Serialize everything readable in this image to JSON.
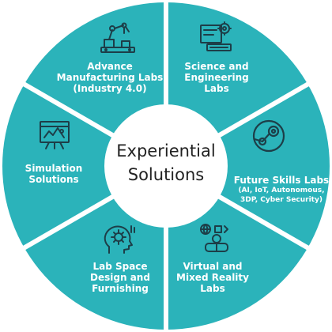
{
  "center": {
    "title": "Experiential\nSolutions"
  },
  "colors": {
    "segment": "#2bb3ba",
    "divider": "#ffffff",
    "center_fill": "#ffffff",
    "icon": "#1d3e48"
  },
  "segments": [
    {
      "label": "Advance\nManufacturing Labs\n(Industry 4.0)",
      "icon": "robotic-arm-icon"
    },
    {
      "label": "Science and\nEngineering\nLabs",
      "icon": "engineering-gear-icon"
    },
    {
      "label": "Future Skills Labs",
      "sublabel": "(AI, IoT, Autonomous,\n3DP, Cyber Security)",
      "icon": "steam-icon"
    },
    {
      "label": "Virtual and\nMixed Reality\nLabs",
      "icon": "vr-headset-icon"
    },
    {
      "label": "Lab Space\nDesign and\nFurnishing",
      "icon": "gear-head-icon"
    },
    {
      "label": "Simulation\nSolutions",
      "icon": "simulation-board-icon"
    }
  ]
}
